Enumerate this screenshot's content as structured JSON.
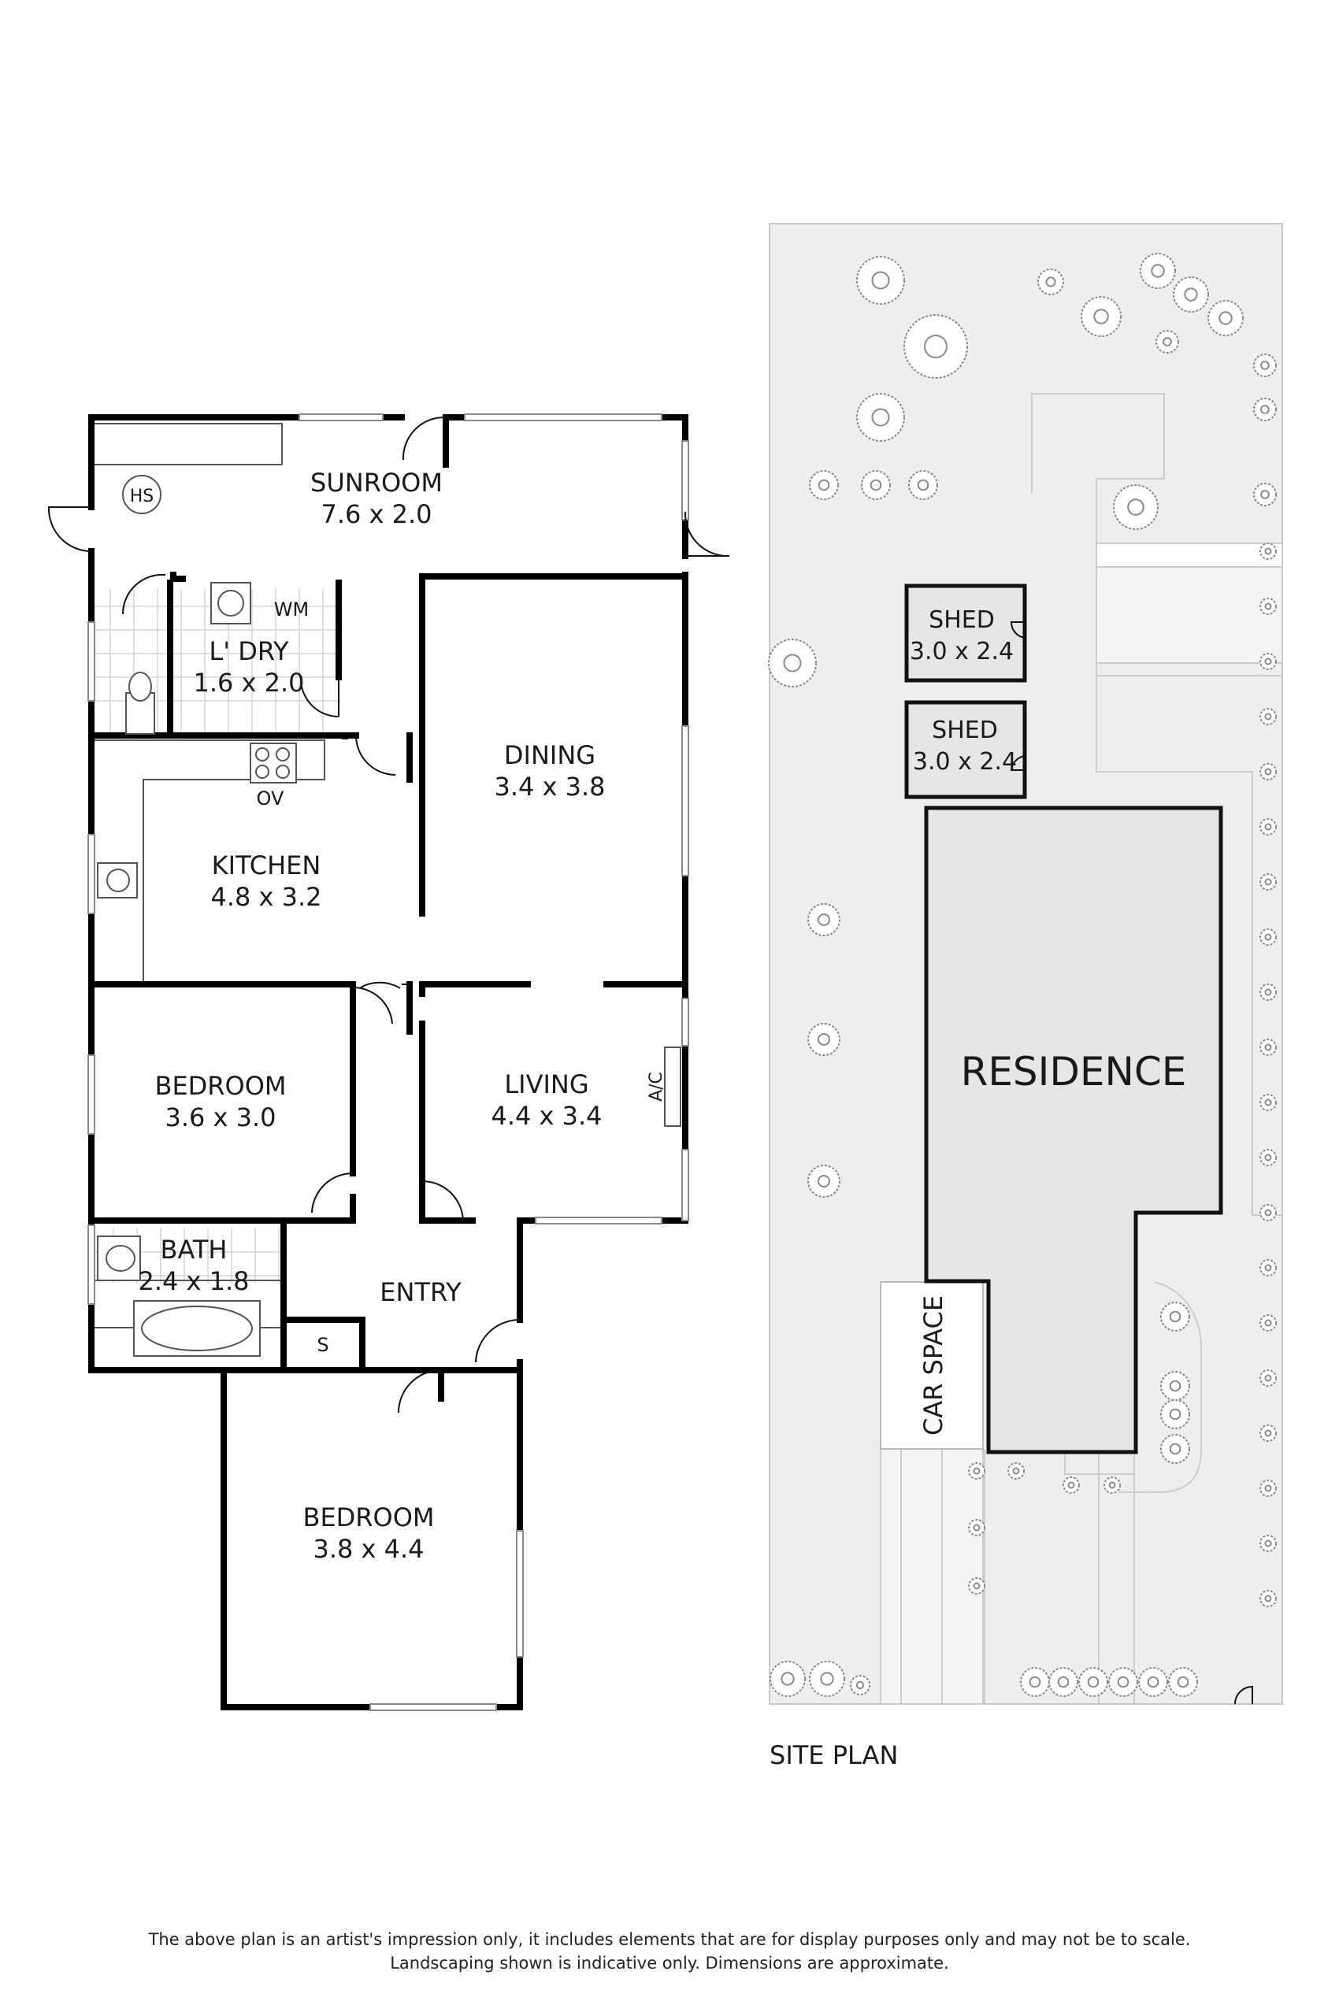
{
  "floor_plan": {
    "rooms": [
      {
        "name": "SUNROOM",
        "dims": "7.6 x 2.0"
      },
      {
        "name": "L' DRY",
        "dims": "1.6 x 2.0"
      },
      {
        "name": "DINING",
        "dims": "3.4 x 3.8"
      },
      {
        "name": "KITCHEN",
        "dims": "4.8 x 3.2"
      },
      {
        "name": "BEDROOM",
        "dims": "3.6 x 3.0"
      },
      {
        "name": "LIVING",
        "dims": "4.4 x 3.4"
      },
      {
        "name": "BATH",
        "dims": "2.4 x 1.8"
      },
      {
        "name": "ENTRY",
        "dims": ""
      },
      {
        "name": "BEDROOM",
        "dims": "3.8 x 4.4"
      }
    ],
    "fixtures": {
      "hs": "HS",
      "wm": "WM",
      "ov": "OV",
      "ac": "A/C",
      "s": "S"
    }
  },
  "site_plan": {
    "title": "SITE PLAN",
    "residence": "RESIDENCE",
    "car_space": "CAR SPACE",
    "sheds": [
      {
        "name": "SHED",
        "dims": "3.0 x 2.4"
      },
      {
        "name": "SHED",
        "dims": "3.0 x 2.4"
      }
    ]
  },
  "disclaimer": {
    "line1": "The above plan is an artist's impression only, it includes elements that are for display purposes only and may not be to scale.",
    "line2": "Landscaping shown is indicative only. Dimensions are approximate."
  }
}
